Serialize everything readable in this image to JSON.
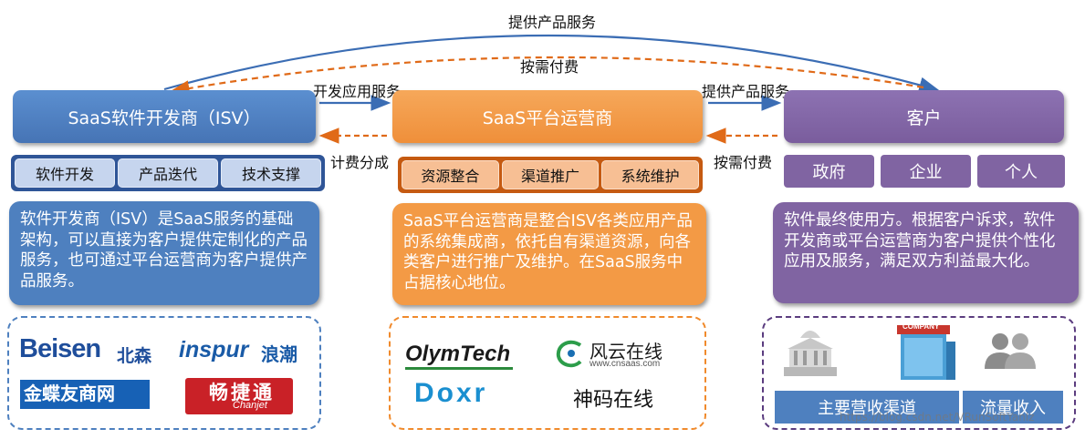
{
  "arrows": {
    "top_provide": "提供产品服务",
    "top_pay": "按需付费",
    "isv_to_platform": "开发应用服务",
    "platform_to_isv": "计费分成",
    "platform_to_customer": "提供产品服务",
    "customer_to_platform": "按需付费"
  },
  "isv": {
    "title": "SaaS软件开发商（ISV）",
    "items": [
      "软件开发",
      "产品迭代",
      "技术支撑"
    ],
    "description": "软件开发商（ISV）是SaaS服务的基础架构，可以直接为客户提供定制化的产品服务，也可通过平台运营商为客户提供产品服务。",
    "logos": {
      "beisen_en": "Beisen",
      "beisen_cn": "北森",
      "inspur_en": "inspur",
      "inspur_cn": "浪潮",
      "kingdee": "金蝶友商网",
      "chanjet_cn": "畅捷通",
      "chanjet_en": "Chanjet"
    }
  },
  "platform": {
    "title": "SaaS平台运营商",
    "items": [
      "资源整合",
      "渠道推广",
      "系统维护"
    ],
    "description": "SaaS平台运营商是整合ISV各类应用产品的系统集成商，依托自有渠道资源，向各类客户进行推广及维护。在SaaS服务中占据核心地位。",
    "logos": {
      "olymtech": "OlymTech",
      "fengyun": "风云在线",
      "fengyun_url": "www.cnsaas.com",
      "doxr": "Doxr",
      "shenma": "神码在线"
    }
  },
  "customer": {
    "title": "客户",
    "items": [
      "政府",
      "企业",
      "个人"
    ],
    "description": "软件最终使用方。根据客户诉求，软件开发商或平台运营商为客户提供个性化应用及服务，满足双方利益最大化。",
    "channels": [
      "主要营收渠道",
      "流量收入"
    ],
    "company_sign": "COMPANY"
  },
  "watermark": "https://blog.csdn.net/VRunSoftYanlz",
  "colors": {
    "isv": "#4e80bf",
    "platform": "#f39a45",
    "customer": "#8064a2",
    "arrow_blue": "#3b6db4",
    "arrow_orange": "#e06a18"
  }
}
